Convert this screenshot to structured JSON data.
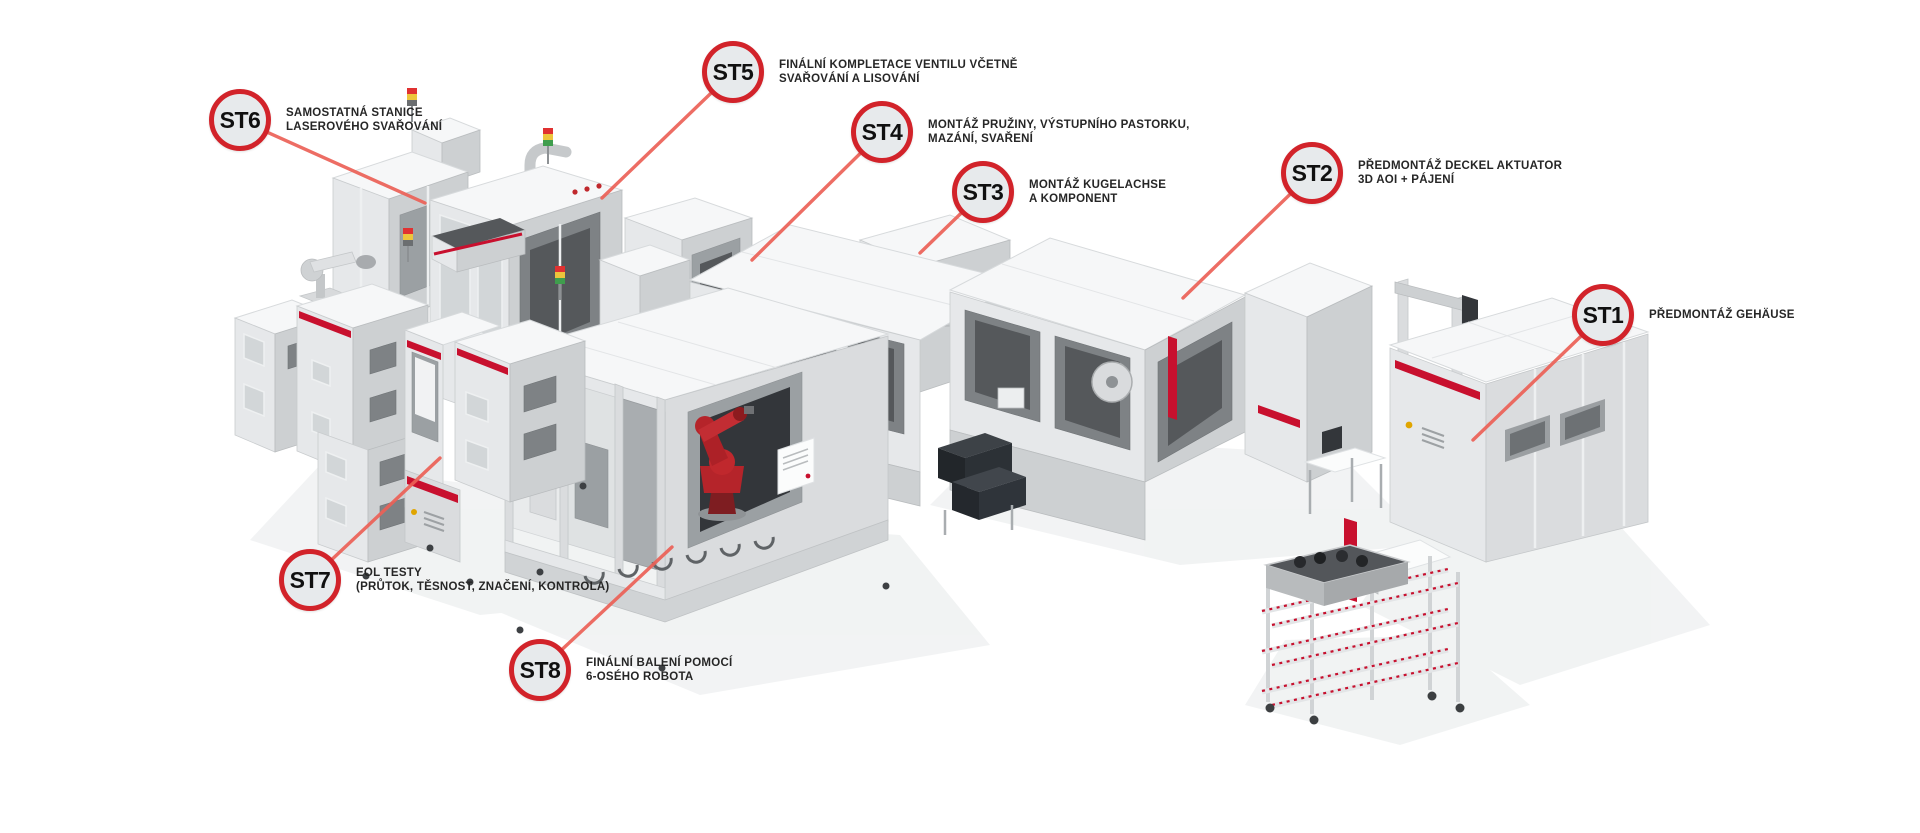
{
  "colors": {
    "badge_ring": "#d2232a",
    "badge_fill": "#e7eaec",
    "leader_line": "#ec6157",
    "accent_red": "#c8102e",
    "robot_red": "#b5242a",
    "background": "#ffffff"
  },
  "stations": [
    {
      "id": "ST1",
      "desc1": "PŘEDMONTÁŽ GEHÄUSE",
      "desc2": ""
    },
    {
      "id": "ST2",
      "desc1": "PŘEDMONTÁŽ DECKEL AKTUATOR",
      "desc2": "3D AOI + PÁJENÍ"
    },
    {
      "id": "ST3",
      "desc1": "MONTÁŽ KUGELACHSE",
      "desc2": "A KOMPONENT"
    },
    {
      "id": "ST4",
      "desc1": "MONTÁŽ PRUŽINY, VÝSTUPNÍHO PASTORKU,",
      "desc2": "MAZÁNÍ, SVAŘENÍ"
    },
    {
      "id": "ST5",
      "desc1": "FINÁLNÍ KOMPLETACE VENTILU VČETNĚ",
      "desc2": "SVAŘOVÁNÍ A LISOVÁNÍ"
    },
    {
      "id": "ST6",
      "desc1": "SAMOSTATNÁ STANICE",
      "desc2": "LASEROVÉHO SVAŘOVÁNÍ"
    },
    {
      "id": "ST7",
      "desc1": "EOL TESTY",
      "desc2": "(PRŮTOK, TĚSNOST, ZNAČENÍ, KONTROLA)"
    },
    {
      "id": "ST8",
      "desc1": "FINÁLNÍ BALENÍ POMOCÍ",
      "desc2": "6-OSÉHO ROBOTA"
    }
  ]
}
